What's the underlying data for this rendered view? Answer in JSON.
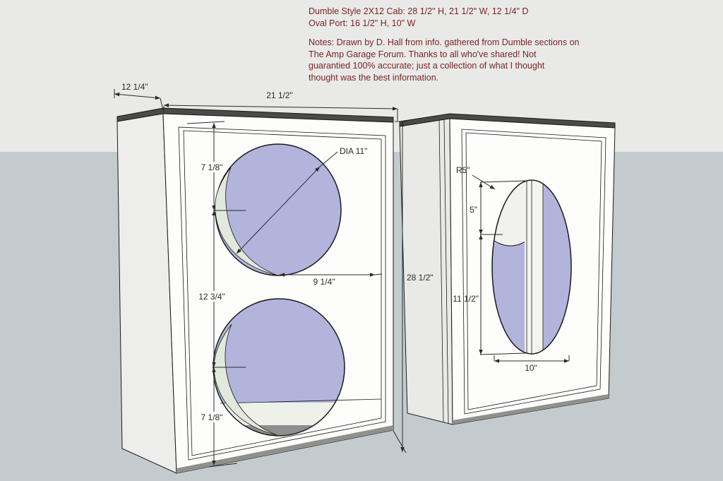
{
  "title_block": {
    "line1": "Dumble Style 2X12 Cab: 28 1/2\" H, 21 1/2\" W, 12 1/4\" D",
    "line2": "Oval Port: 16 1/2\" H, 10\" W",
    "notes": [
      "Notes: Drawn by D. Hall from info. gathered from Dumble sections on",
      "The Amp Garage Forum.  Thanks to all who've shared! Not",
      "guarantied 100% accurate; just a collection of what I thought",
      "thought was the best information."
    ]
  },
  "dims": {
    "left_cab": {
      "depth": "12 1/4\"",
      "width": "21 1/2\"",
      "top_speaker_offset": "7 1/8\"",
      "speaker_diameter": "DIA 11\"",
      "speaker_spacing": "12 3/4\"",
      "bottom_speaker_offset": "7 1/8\"",
      "center_to_edge": "9 1/4\"",
      "cab_height": "28 1/2\""
    },
    "right_cab": {
      "port_end_radius": "R5\"",
      "port_top_offset": "5\"",
      "port_lower_span": "11 1/2\"",
      "port_width": "10\""
    }
  },
  "colors": {
    "sky": "#e9eae8",
    "ground": "#c3cbce",
    "panel_lavender": "#b2b4dc",
    "cut_edge_green": "#e3e8dd",
    "notes_text": "#7a2424",
    "dim_text": "#2a2a2a"
  }
}
